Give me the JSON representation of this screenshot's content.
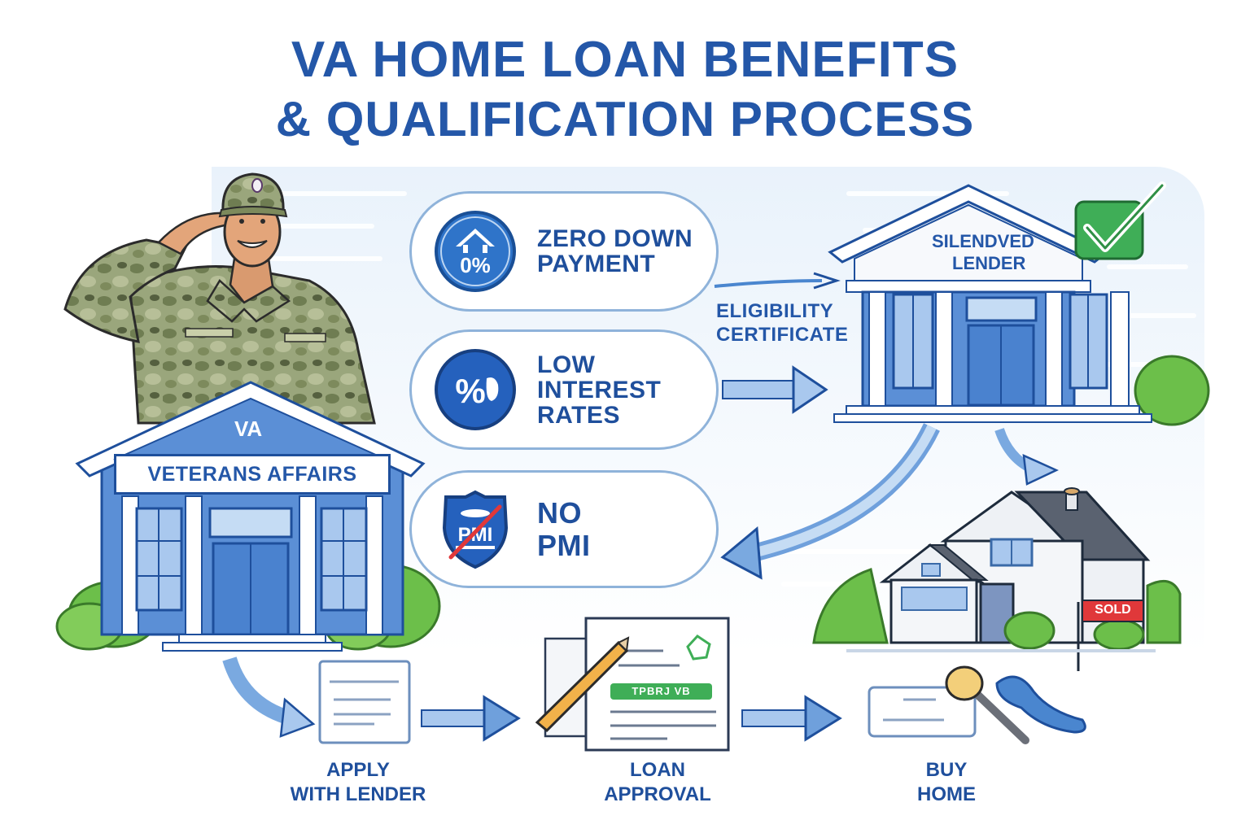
{
  "title": {
    "line1": "VA HOME LOAN BENEFITS",
    "line2": "& QUALIFICATION PROCESS"
  },
  "colors": {
    "primary_blue": "#2457a8",
    "accent_blue": "#3a7dd0",
    "light_blue": "#8fb3da",
    "green": "#3fae57",
    "red": "#e0383a",
    "camo": "#8a9a6b"
  },
  "benefits": [
    {
      "id": "zero-down",
      "icon": "house-percent-icon",
      "icon_text": "0%",
      "label": "ZERO DOWN\nPAYMENT"
    },
    {
      "id": "low-interest",
      "icon": "percent-icon",
      "icon_text": "%",
      "label": "LOW\nINTEREST\nRATES"
    },
    {
      "id": "no-pmi",
      "icon": "shield-no-pmi-icon",
      "icon_text": "PMI",
      "label": "NO\nPMI"
    }
  ],
  "buildings": {
    "va": {
      "sign": "VETERANS AFFAIRS",
      "emblem": "VA"
    },
    "lender": {
      "sign_line1": "SILENDVED",
      "sign_line2": "LENDER",
      "badge": "check-icon"
    }
  },
  "eligibility_label": "ELIGIBILITY\nCERTIFICATE",
  "house": {
    "sign": "SOLD"
  },
  "approval_stamp": "TPBRJ VB",
  "steps": [
    {
      "id": "apply",
      "label": "APPLY\nWITH LENDER",
      "icon": "application-form-icon"
    },
    {
      "id": "approval",
      "label": "LOAN\nAPPROVAL",
      "icon": "approved-document-icon"
    },
    {
      "id": "buy",
      "label": "BUY\nHOME",
      "icon": "keys-icon"
    }
  ]
}
